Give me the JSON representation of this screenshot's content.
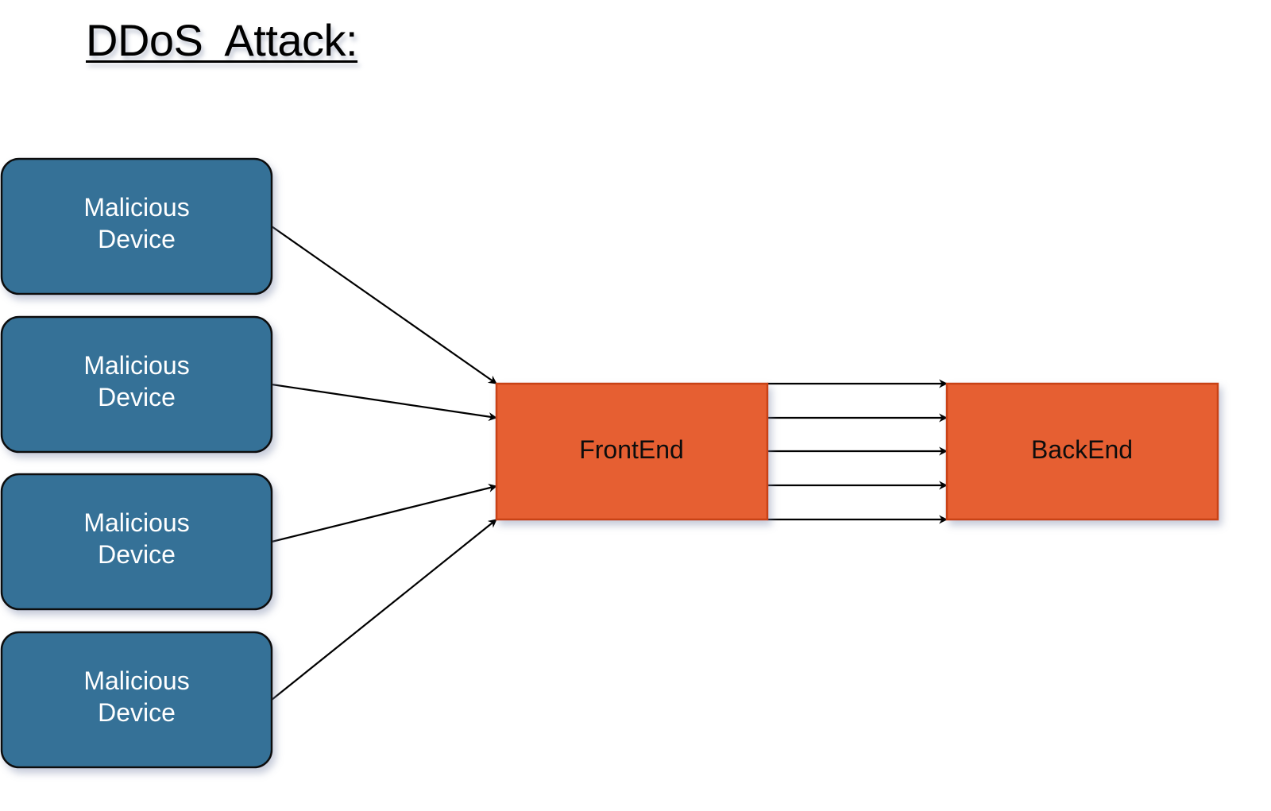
{
  "title": "DDoS  Attack:",
  "colors": {
    "device_fill": "#347197",
    "server_fill": "#e65e30",
    "server_stroke": "#c84212",
    "edge": "#000000"
  },
  "devices": [
    {
      "id": "device-1",
      "lines": [
        "Malicious",
        "Device"
      ]
    },
    {
      "id": "device-2",
      "lines": [
        "Malicious",
        "Device"
      ]
    },
    {
      "id": "device-3",
      "lines": [
        "Malicious",
        "Device"
      ]
    },
    {
      "id": "device-4",
      "lines": [
        "Malicious",
        "Device"
      ]
    }
  ],
  "frontend": {
    "id": "frontend",
    "label": "FrontEnd"
  },
  "backend": {
    "id": "backend",
    "label": "BackEnd"
  },
  "edges": [
    {
      "from": "device-1",
      "to": "frontend"
    },
    {
      "from": "device-2",
      "to": "frontend"
    },
    {
      "from": "device-3",
      "to": "frontend"
    },
    {
      "from": "device-4",
      "to": "frontend"
    },
    {
      "from": "frontend",
      "to": "backend"
    },
    {
      "from": "frontend",
      "to": "backend"
    },
    {
      "from": "frontend",
      "to": "backend"
    },
    {
      "from": "frontend",
      "to": "backend"
    },
    {
      "from": "frontend",
      "to": "backend"
    }
  ]
}
